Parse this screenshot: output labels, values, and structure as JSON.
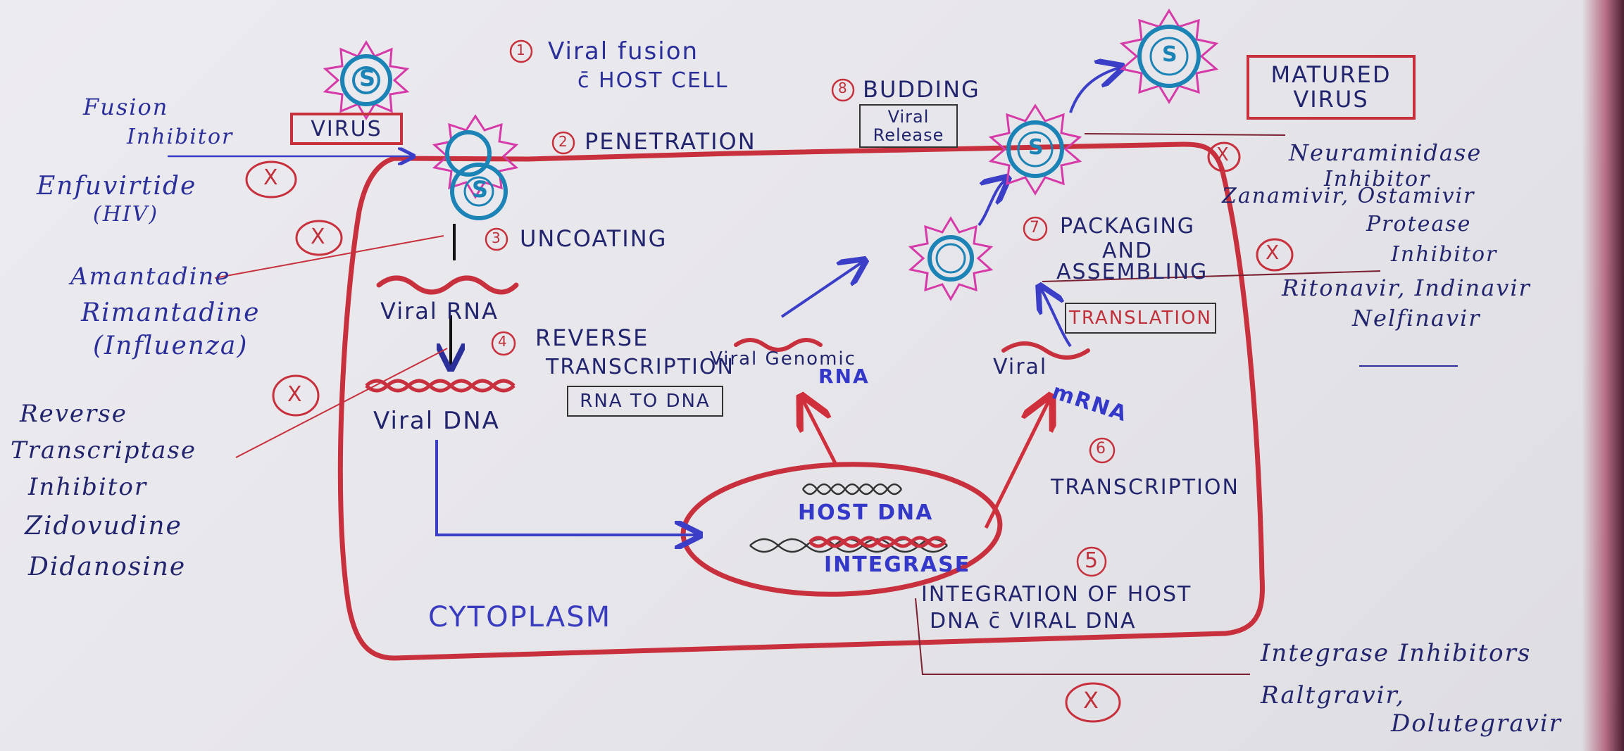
{
  "steps": {
    "s1_num": "1",
    "s1_line1": "Viral fusion",
    "s1_line2": "c̄ HOST CELL",
    "s2_num": "2",
    "s2_label": "PENETRATION",
    "s3_num": "3",
    "s3_label": "UNCOATING",
    "s4_num": "4",
    "s4_line1": "REVERSE",
    "s4_line2": "TRANSCRIPTION",
    "s4_box": "RNA TO DNA",
    "s5_num": "5",
    "s5_line1": "INTEGRATION OF HOST",
    "s5_line2": "DNA c̄ VIRAL DNA",
    "s6_num": "6",
    "s6_label": "TRANSCRIPTION",
    "s7_num": "7",
    "s7_line1": "PACKAGING",
    "s7_line2": "AND",
    "s7_line3": "ASSEMBLING",
    "s7_box": "TRANSLATION",
    "s8_num": "8",
    "s8_label": "BUDDING",
    "s8_box_line1": "Viral",
    "s8_box_line2": "Release"
  },
  "labels": {
    "virus": "VIRUS",
    "matured_line1": "MATURED",
    "matured_line2": "VIRUS",
    "viral_rna": "Viral RNA",
    "viral_dna": "Viral DNA",
    "viral_genomic": "Viral Genomic",
    "genomic_rna": "RNA",
    "viral_mrna_prefix": "Viral",
    "viral_mrna_suffix": "mRNA",
    "host_dna": "HOST DNA",
    "integrase": "INTEGRASE",
    "cytoplasm": "CYTOPLASM",
    "virus_symbol": "S"
  },
  "drugs": {
    "fusion_line1": "Fusion",
    "fusion_line2": "Inhibitor",
    "fusion_drug": "Enfuvirtide",
    "fusion_note": "(HIV)",
    "uncoating_drug1": "Amantadine",
    "uncoating_drug2": "Rimantadine",
    "uncoating_note": "(Influenza)",
    "rt_line1": "Reverse",
    "rt_line2": "Transcriptase",
    "rt_line3": "Inhibitor",
    "rt_drug1": "Zidovudine",
    "rt_drug2": "Didanosine",
    "neur_line1": "Neuraminidase",
    "neur_line2": "Inhibitor",
    "neur_drugs": "Zanamivir, Ostamivir",
    "prot_line1": "Protease",
    "prot_line2": "Inhibitor",
    "prot_drugs1": "Ritonavir, Indinavir",
    "prot_drugs2": "Nelfinavir",
    "int_line1": "Integrase Inhibitors",
    "int_line2": "Raltgravir,",
    "int_line3": "Dolutegravir",
    "block_mark": "X"
  },
  "colors": {
    "cell_membrane": "#c7303c",
    "ink_blue": "#2b2f9a",
    "virus_pink": "#d63aa8",
    "virus_teal": "#1b83b5",
    "arrow_blue": "#3b3fc7",
    "arrow_red": "#d0303c"
  }
}
